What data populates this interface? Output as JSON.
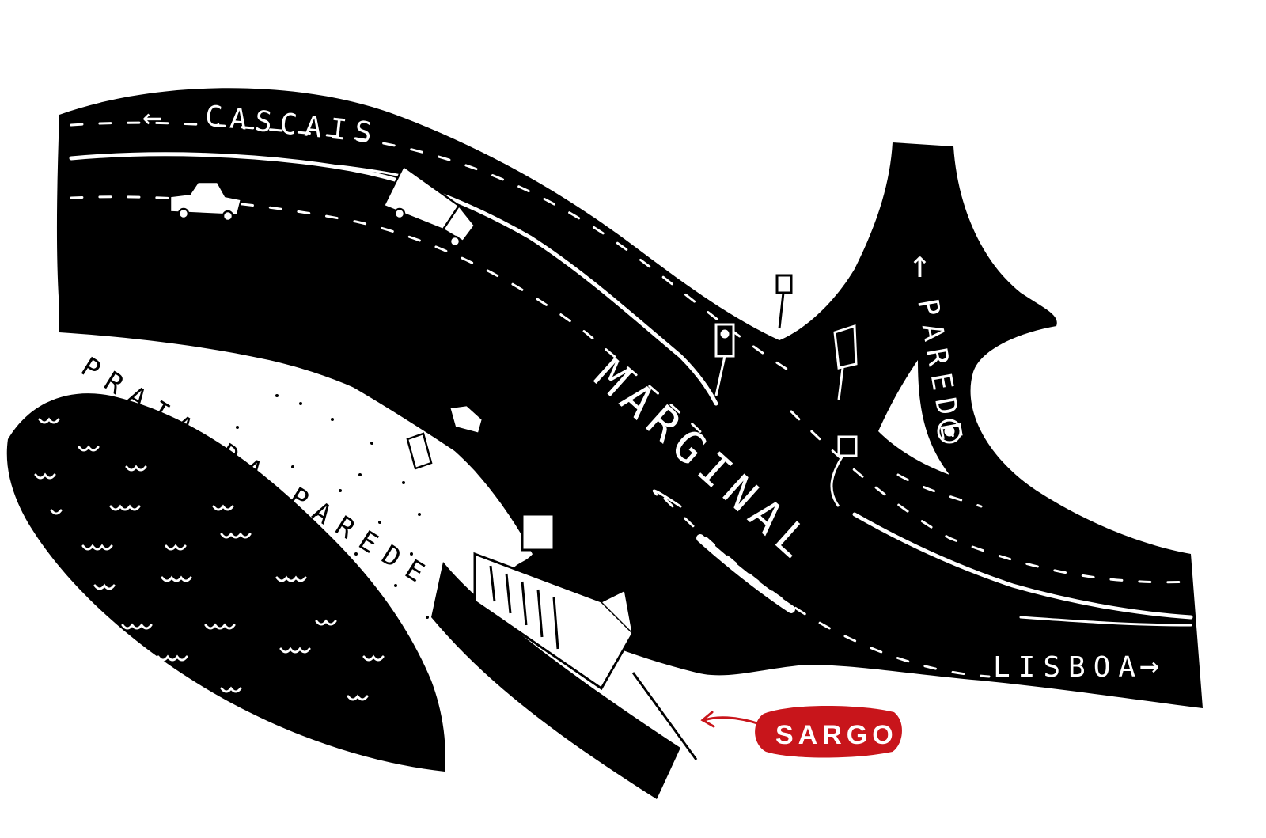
{
  "labels": {
    "cascais": "CASCAIS",
    "cascais_arrow": "←",
    "marginal": "MARGINAL",
    "parede": "PAREDE",
    "parede_arrow": "↑",
    "praia": "PRAIA DA PAREDE",
    "lisboa": "LISBOA",
    "lisboa_arrow": "→",
    "sargo": "SARGO"
  },
  "colors": {
    "road": "#000000",
    "ink": "#000000",
    "paper": "#ffffff",
    "badge": "#c8151b"
  },
  "icons": {
    "destination": "target-icon",
    "vehicles": [
      "car-icon",
      "truck-icon",
      "car-icon"
    ],
    "signs": [
      "traffic-light-icon",
      "road-sign-icon"
    ],
    "building": "kiosk-icon",
    "water": "wave-icon"
  }
}
